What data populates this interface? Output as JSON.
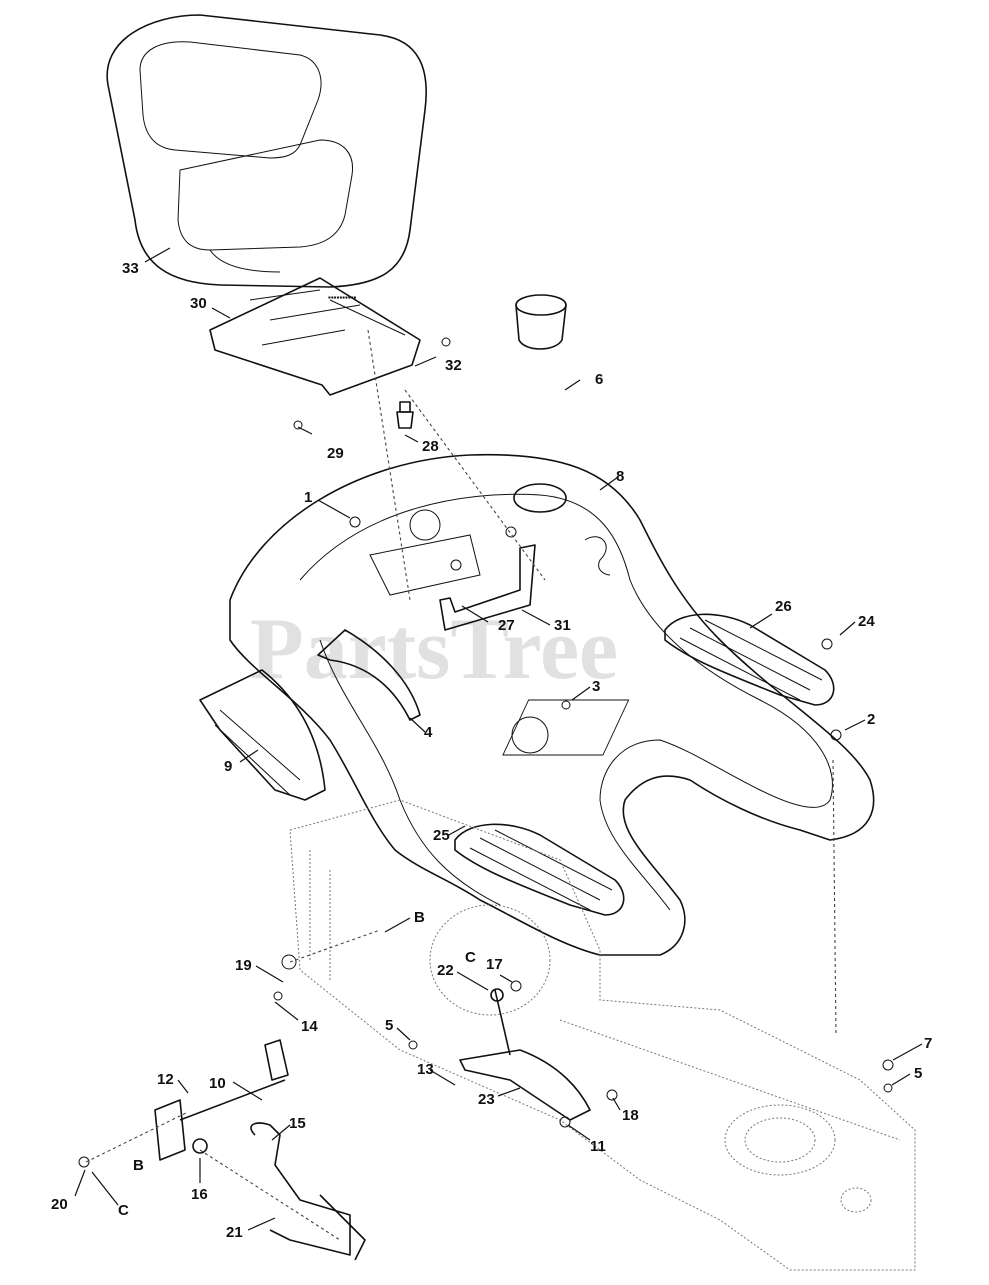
{
  "watermark": "PartsTree",
  "labels": {
    "p1": "1",
    "p2": "2",
    "p3": "3",
    "p4": "4",
    "p5a": "5",
    "p5b": "5",
    "p6": "6",
    "p7": "7",
    "p8": "8",
    "p9": "9",
    "p10": "10",
    "p11": "11",
    "p12": "12",
    "p13": "13",
    "p14": "14",
    "p15": "15",
    "p16": "16",
    "p17": "17",
    "p18": "18",
    "p19": "19",
    "p20": "20",
    "p21": "21",
    "p22": "22",
    "p23": "23",
    "p24": "24",
    "p25": "25",
    "p26": "26",
    "p27": "27",
    "p28": "28",
    "p29": "29",
    "p30": "30",
    "p31": "31",
    "p32": "32",
    "p33": "33",
    "refB1": "B",
    "refB2": "B",
    "refC1": "C",
    "refC2": "C"
  }
}
